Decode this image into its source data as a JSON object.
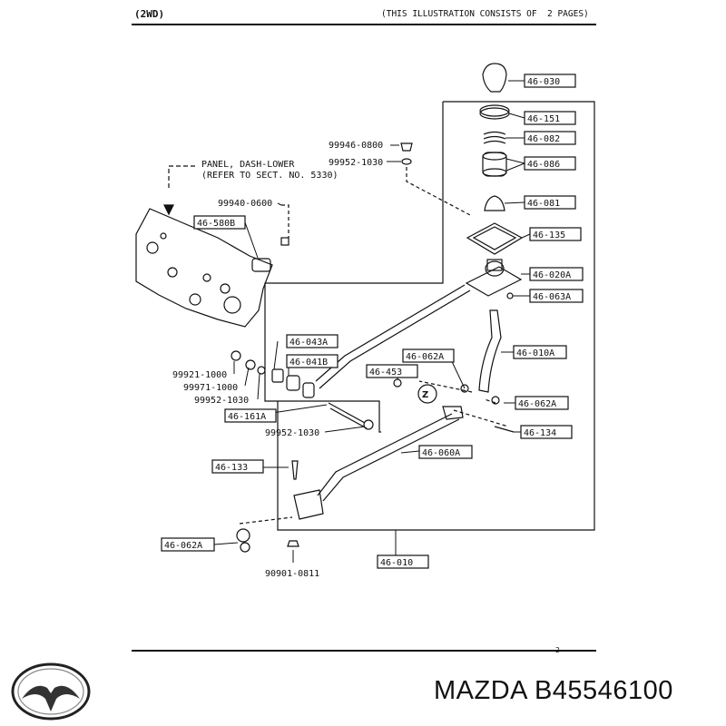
{
  "header": {
    "variant": "(2WD)",
    "note": "(THIS ILLUSTRATION CONSISTS OF  2 PAGES)"
  },
  "callouts": {
    "panel_line1": "PANEL, DASH-LOWER",
    "panel_line2": "(REFER TO SECT. NO. 5330)",
    "p46_030": "46-030",
    "p46_151": "46-151",
    "p46_082": "46-082",
    "p46_086": "46-086",
    "p46_081": "46-081",
    "p46_135": "46-135",
    "p46_020A": "46-020A",
    "p46_063A": "46-063A",
    "p46_010A": "46-010A",
    "p46_062A_top": "46-062A",
    "p46_062A_right": "46-062A",
    "p46_062A_left": "46-062A",
    "p46_134": "46-134",
    "p46_060A": "46-060A",
    "p46_133": "46-133",
    "p46_010": "46-010",
    "p46_580B": "46-580B",
    "p46_043A": "46-043A",
    "p46_041B": "46-041B",
    "p46_453": "46-453",
    "p46_161A": "46-161A",
    "n99946_0800": "99946-0800",
    "n99952_1030_top": "99952-1030",
    "n99940_0600": "99940-0600",
    "n99921_1000": "99921-1000",
    "n99971_1000": "99971-1000",
    "n99952_1030_mid": "99952-1030",
    "n99952_1030_low": "99952-1030",
    "n90901_0811": "90901-0811"
  },
  "footer": {
    "page_mark": "2",
    "brand": "MAZDA B45546100"
  },
  "colors": {
    "ink": "#111111",
    "background": "#ffffff"
  },
  "icons": [
    "mazda-logo-icon",
    "shift-knob-icon",
    "shift-lever-icon"
  ]
}
